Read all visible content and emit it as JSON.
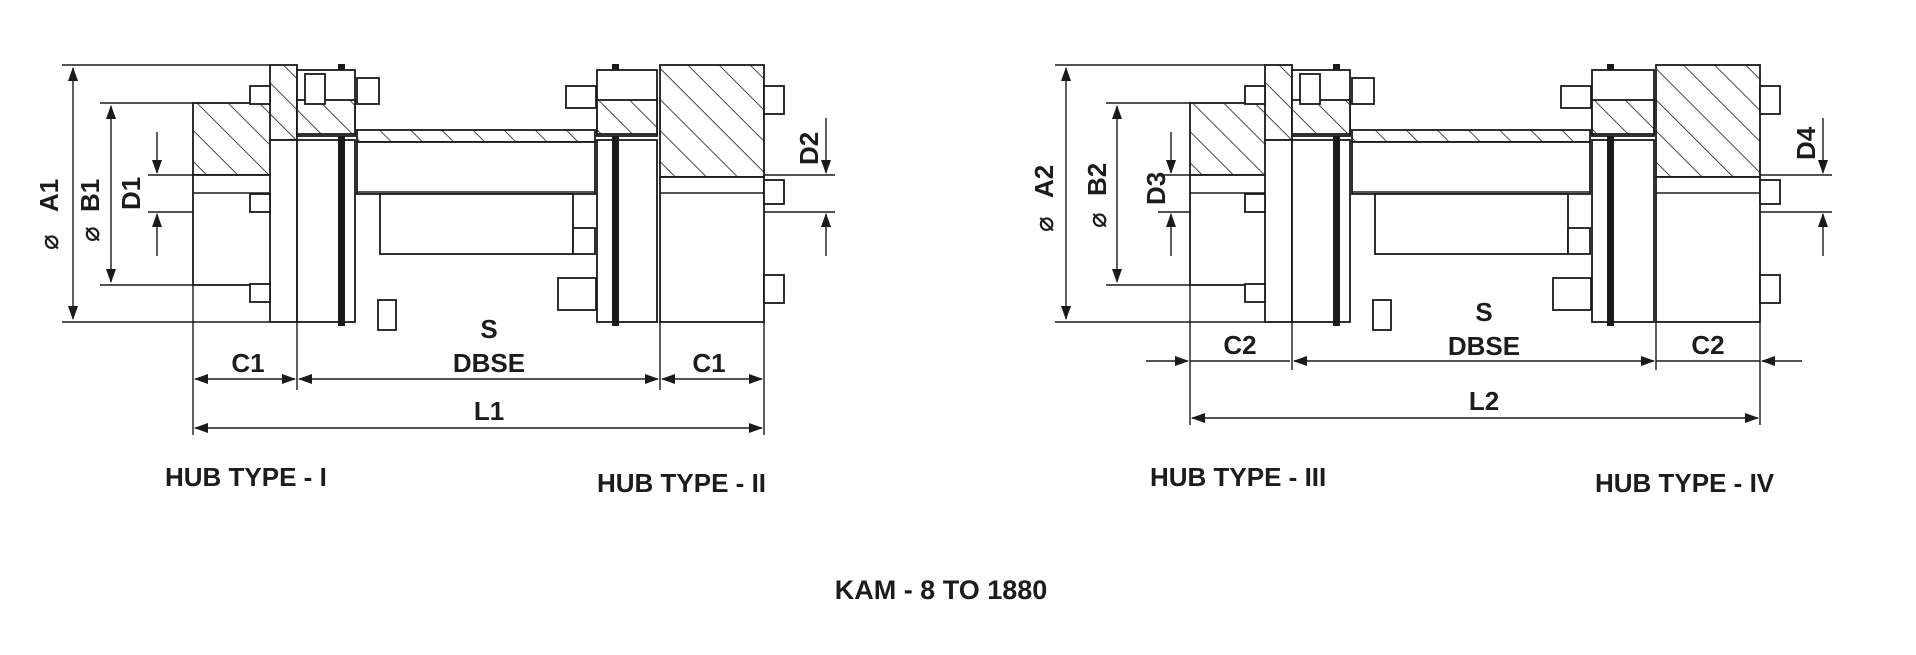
{
  "diagram_title": "KAM - 8 TO 1880",
  "left_assembly": {
    "dim_outer": "A1",
    "dim_flange": "B1",
    "dim_bore_left": "D1",
    "dim_bore_right": "D2",
    "dim_hub_length": "C1",
    "dim_spacer_top": "S",
    "dim_spacer_bottom": "DBSE",
    "dim_total": "L1",
    "hub_left_caption": "HUB TYPE - I",
    "hub_right_caption": "HUB TYPE - II"
  },
  "right_assembly": {
    "dim_outer": "A2",
    "dim_flange": "B2",
    "dim_bore_left": "D3",
    "dim_bore_right": "D4",
    "dim_hub_length": "C2",
    "dim_spacer_top": "S",
    "dim_spacer_bottom": "DBSE",
    "dim_total": "L2",
    "hub_left_caption": "HUB TYPE - III",
    "hub_right_caption": "HUB TYPE - IV"
  },
  "symbols": {
    "diameter": "⌀"
  }
}
